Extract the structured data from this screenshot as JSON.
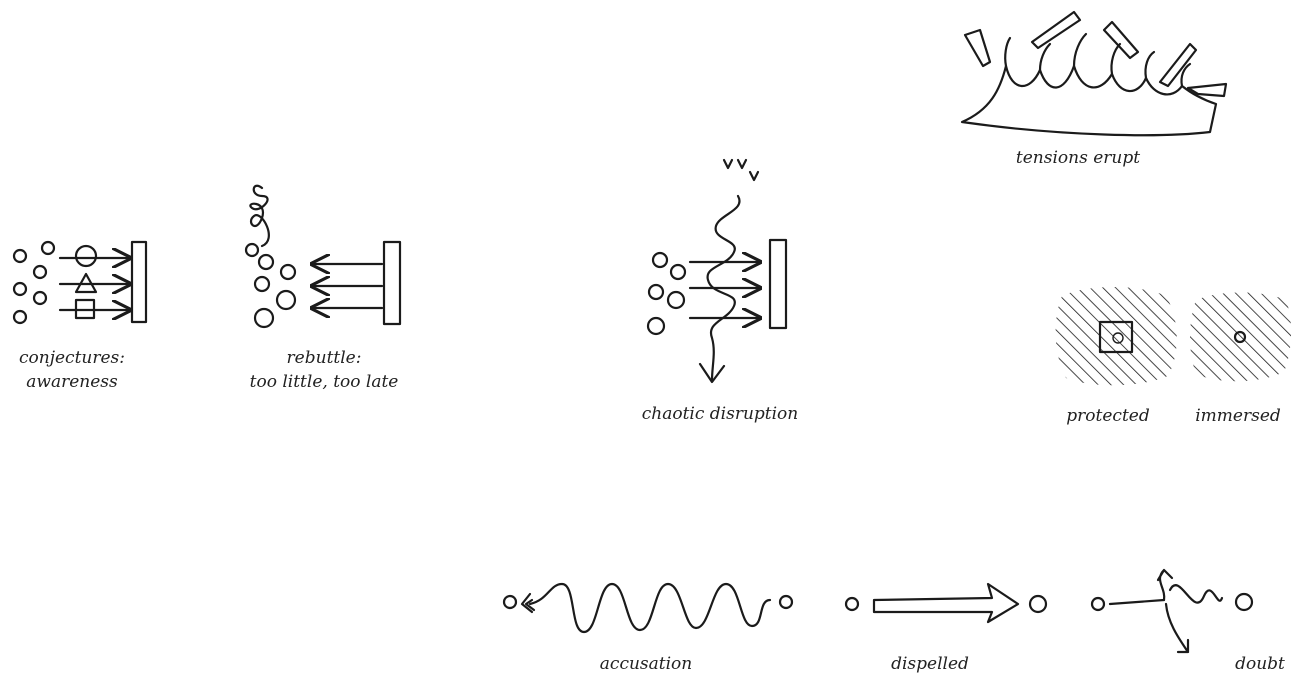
{
  "captions": {
    "tensions_erupt": "tensions erupt",
    "conjectures_line1": "conjectures:",
    "conjectures_line2": "awareness",
    "rebuttle_line1": "rebuttle:",
    "rebuttle_line2": "too little, too late",
    "chaotic_disruption": "chaotic disruption",
    "protected": "protected",
    "immersed": "immersed",
    "accusation": "accusation",
    "dispelled": "dispelled",
    "doubt": "doubt"
  }
}
